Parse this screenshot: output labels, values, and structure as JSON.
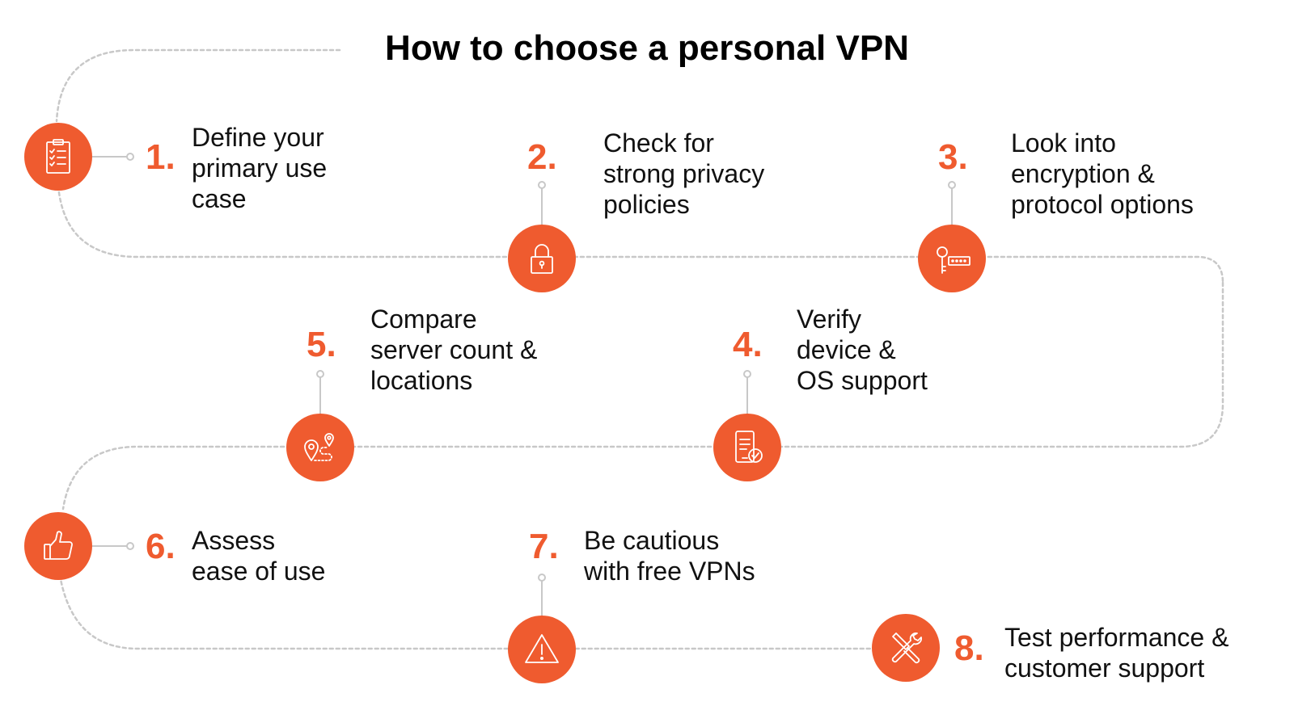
{
  "title": "How to choose a personal VPN",
  "colors": {
    "accent": "#ef5b2f",
    "path": "#c8c8c8",
    "text": "#111111"
  },
  "steps": [
    {
      "number": "1.",
      "lines": [
        "Define your",
        "primary use",
        "case"
      ],
      "icon": "clipboard-checklist-icon"
    },
    {
      "number": "2.",
      "lines": [
        "Check for",
        "strong privacy",
        "policies"
      ],
      "icon": "padlock-icon"
    },
    {
      "number": "3.",
      "lines": [
        "Look into",
        "encryption &",
        "protocol options"
      ],
      "icon": "key-password-icon"
    },
    {
      "number": "4.",
      "lines": [
        "Verify",
        "device &",
        "OS support"
      ],
      "icon": "mobile-device-check-icon"
    },
    {
      "number": "5.",
      "lines": [
        "Compare",
        "server count &",
        "locations"
      ],
      "icon": "location-pins-route-icon"
    },
    {
      "number": "6.",
      "lines": [
        "Assess",
        "ease of use"
      ],
      "icon": "thumbs-up-icon"
    },
    {
      "number": "7.",
      "lines": [
        "Be cautious",
        "with free VPNs"
      ],
      "icon": "warning-triangle-icon"
    },
    {
      "number": "8.",
      "lines": [
        "Test performance &",
        "customer support"
      ],
      "icon": "tools-icon"
    }
  ]
}
